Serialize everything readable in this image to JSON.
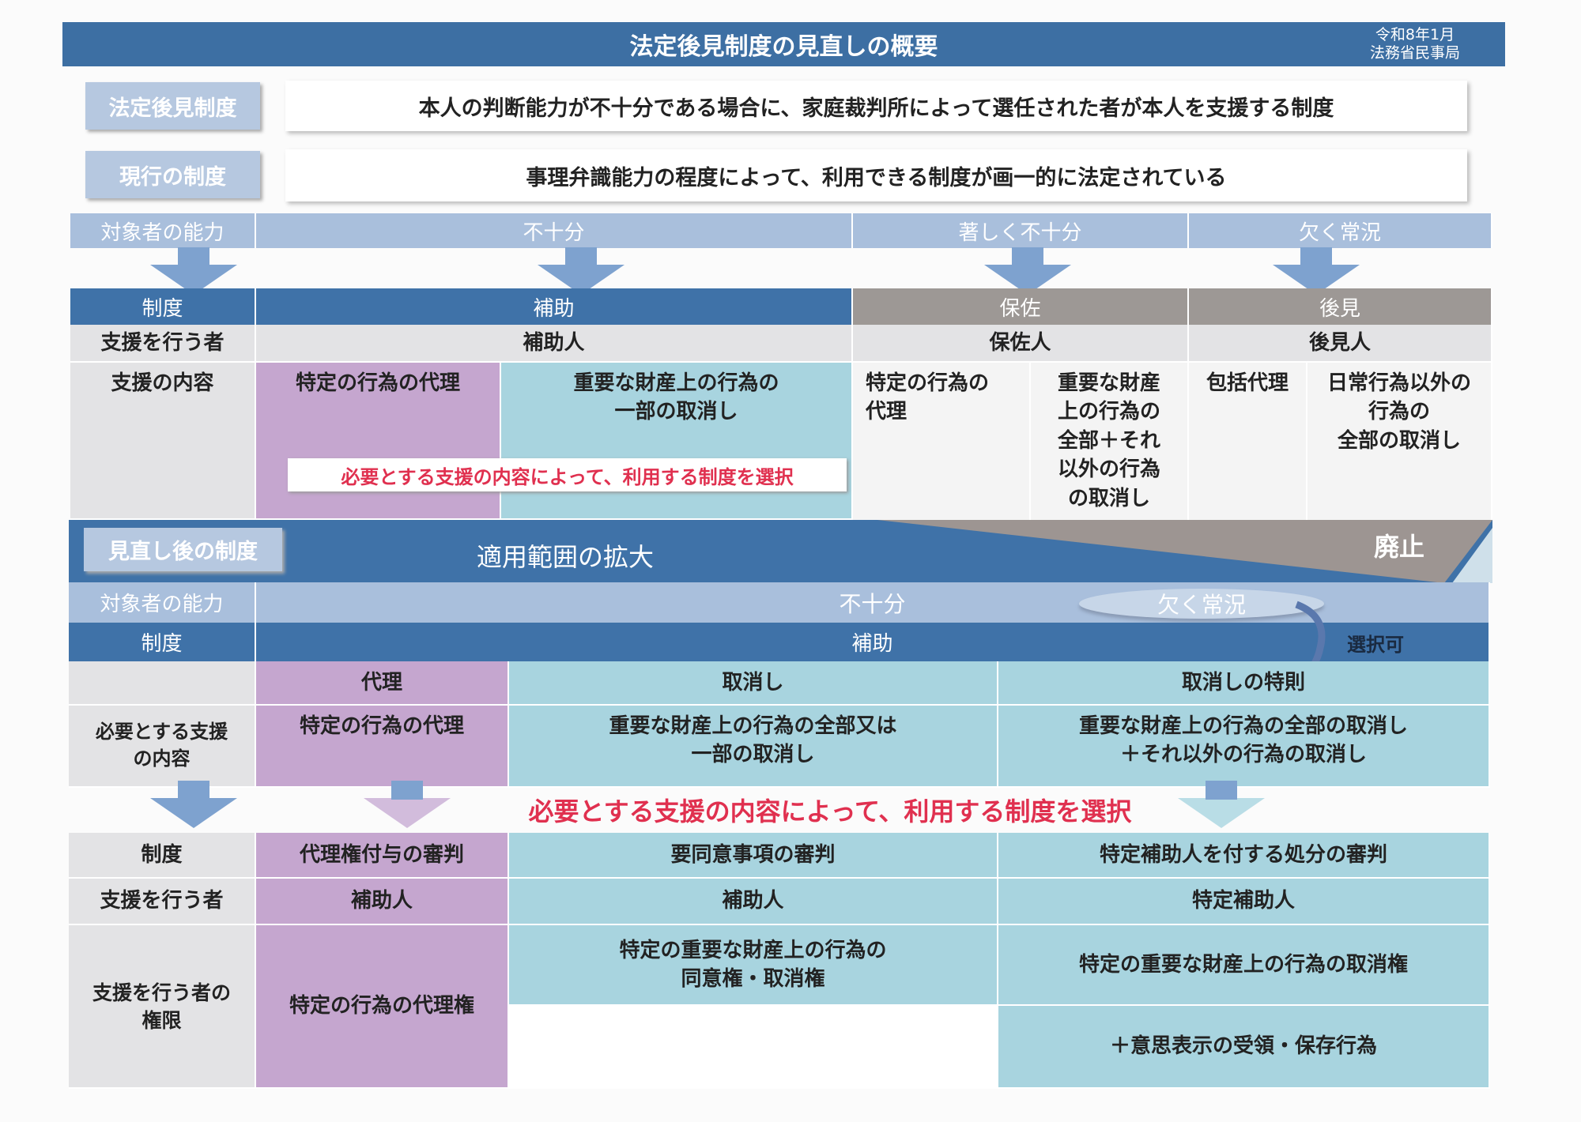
{
  "title": "法定後見制度の見直しの概要",
  "date": "令和8年1月",
  "issuer": "法務省民事局",
  "definition": {
    "label": "法定後見制度",
    "text": "本人の判断能力が不十分である場合に、家庭裁判所によって選任された者が本人を支援する制度"
  },
  "current": {
    "label": "現行の制度",
    "text": "事理弁識能力の程度によって、利用できる制度が画一的に法定されている",
    "ability_label": "対象者の能力",
    "abilities": [
      "不十分",
      "著しく不十分",
      "欠く常況"
    ],
    "system_label": "制度",
    "systems": [
      "補助",
      "保佐",
      "後見"
    ],
    "supporter_label": "支援を行う者",
    "supporters": [
      "補助人",
      "保佐人",
      "後見人"
    ],
    "content_label": "支援の内容",
    "contents": [
      "特定の行為の代理",
      "重要な財産上の行為の\n一部の取消し",
      "特定の行為の\n代理",
      "重要な財産\n上の行為の\n全部＋それ\n以外の行為\nの取消し",
      "包括代理",
      "日常行為以外の\n行為の\n全部の取消し"
    ],
    "note": "必要とする支援の内容によって、利用する制度を選択"
  },
  "band": {
    "label": "見直し後の制度",
    "expand": "適用範囲の拡大",
    "abolish": "廃止"
  },
  "revised": {
    "ability_label": "対象者の能力",
    "ability": "不十分",
    "ability_oval": "欠く常況",
    "system_label": "制度",
    "system": "補助",
    "selectable": "選択可",
    "types": [
      "代理",
      "取消し",
      "取消しの特則"
    ],
    "need_label": "必要とする支援\nの内容",
    "needs": [
      "特定の行為の代理",
      "重要な財産上の行為の全部又は\n一部の取消し",
      "重要な財産上の行為の全部の取消し\n＋それ以外の行為の取消し"
    ],
    "note": "必要とする支援の内容によって、利用する制度を選択",
    "procedure_label": "制度",
    "procedures": [
      "代理権付与の審判",
      "要同意事項の審判",
      "特定補助人を付する処分の審判"
    ],
    "supporter_label": "支援を行う者",
    "supporters": [
      "補助人",
      "補助人",
      "特定補助人"
    ],
    "authority_label": "支援を行う者の\n権限",
    "authorities": [
      "特定の行為の代理権",
      "特定の重要な財産上の行為の\n同意権・取消権",
      "特定の重要な財産上の行為の取消権",
      "＋意思表示の受領・保存行為"
    ]
  }
}
